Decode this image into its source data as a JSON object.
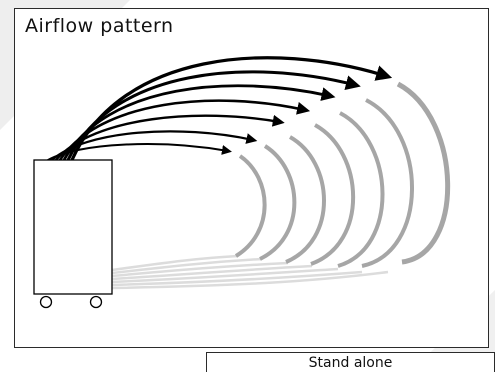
{
  "title": "Airflow pattern",
  "caption": "Stand alone",
  "colors": {
    "outgoing_flow": "#000000",
    "returning_flow": "#aaaaaa",
    "floor_flow": "#dedede",
    "unit": "#000000"
  },
  "icons": {
    "unit": "air-purifier-unit",
    "wheel": "caster-wheel"
  }
}
